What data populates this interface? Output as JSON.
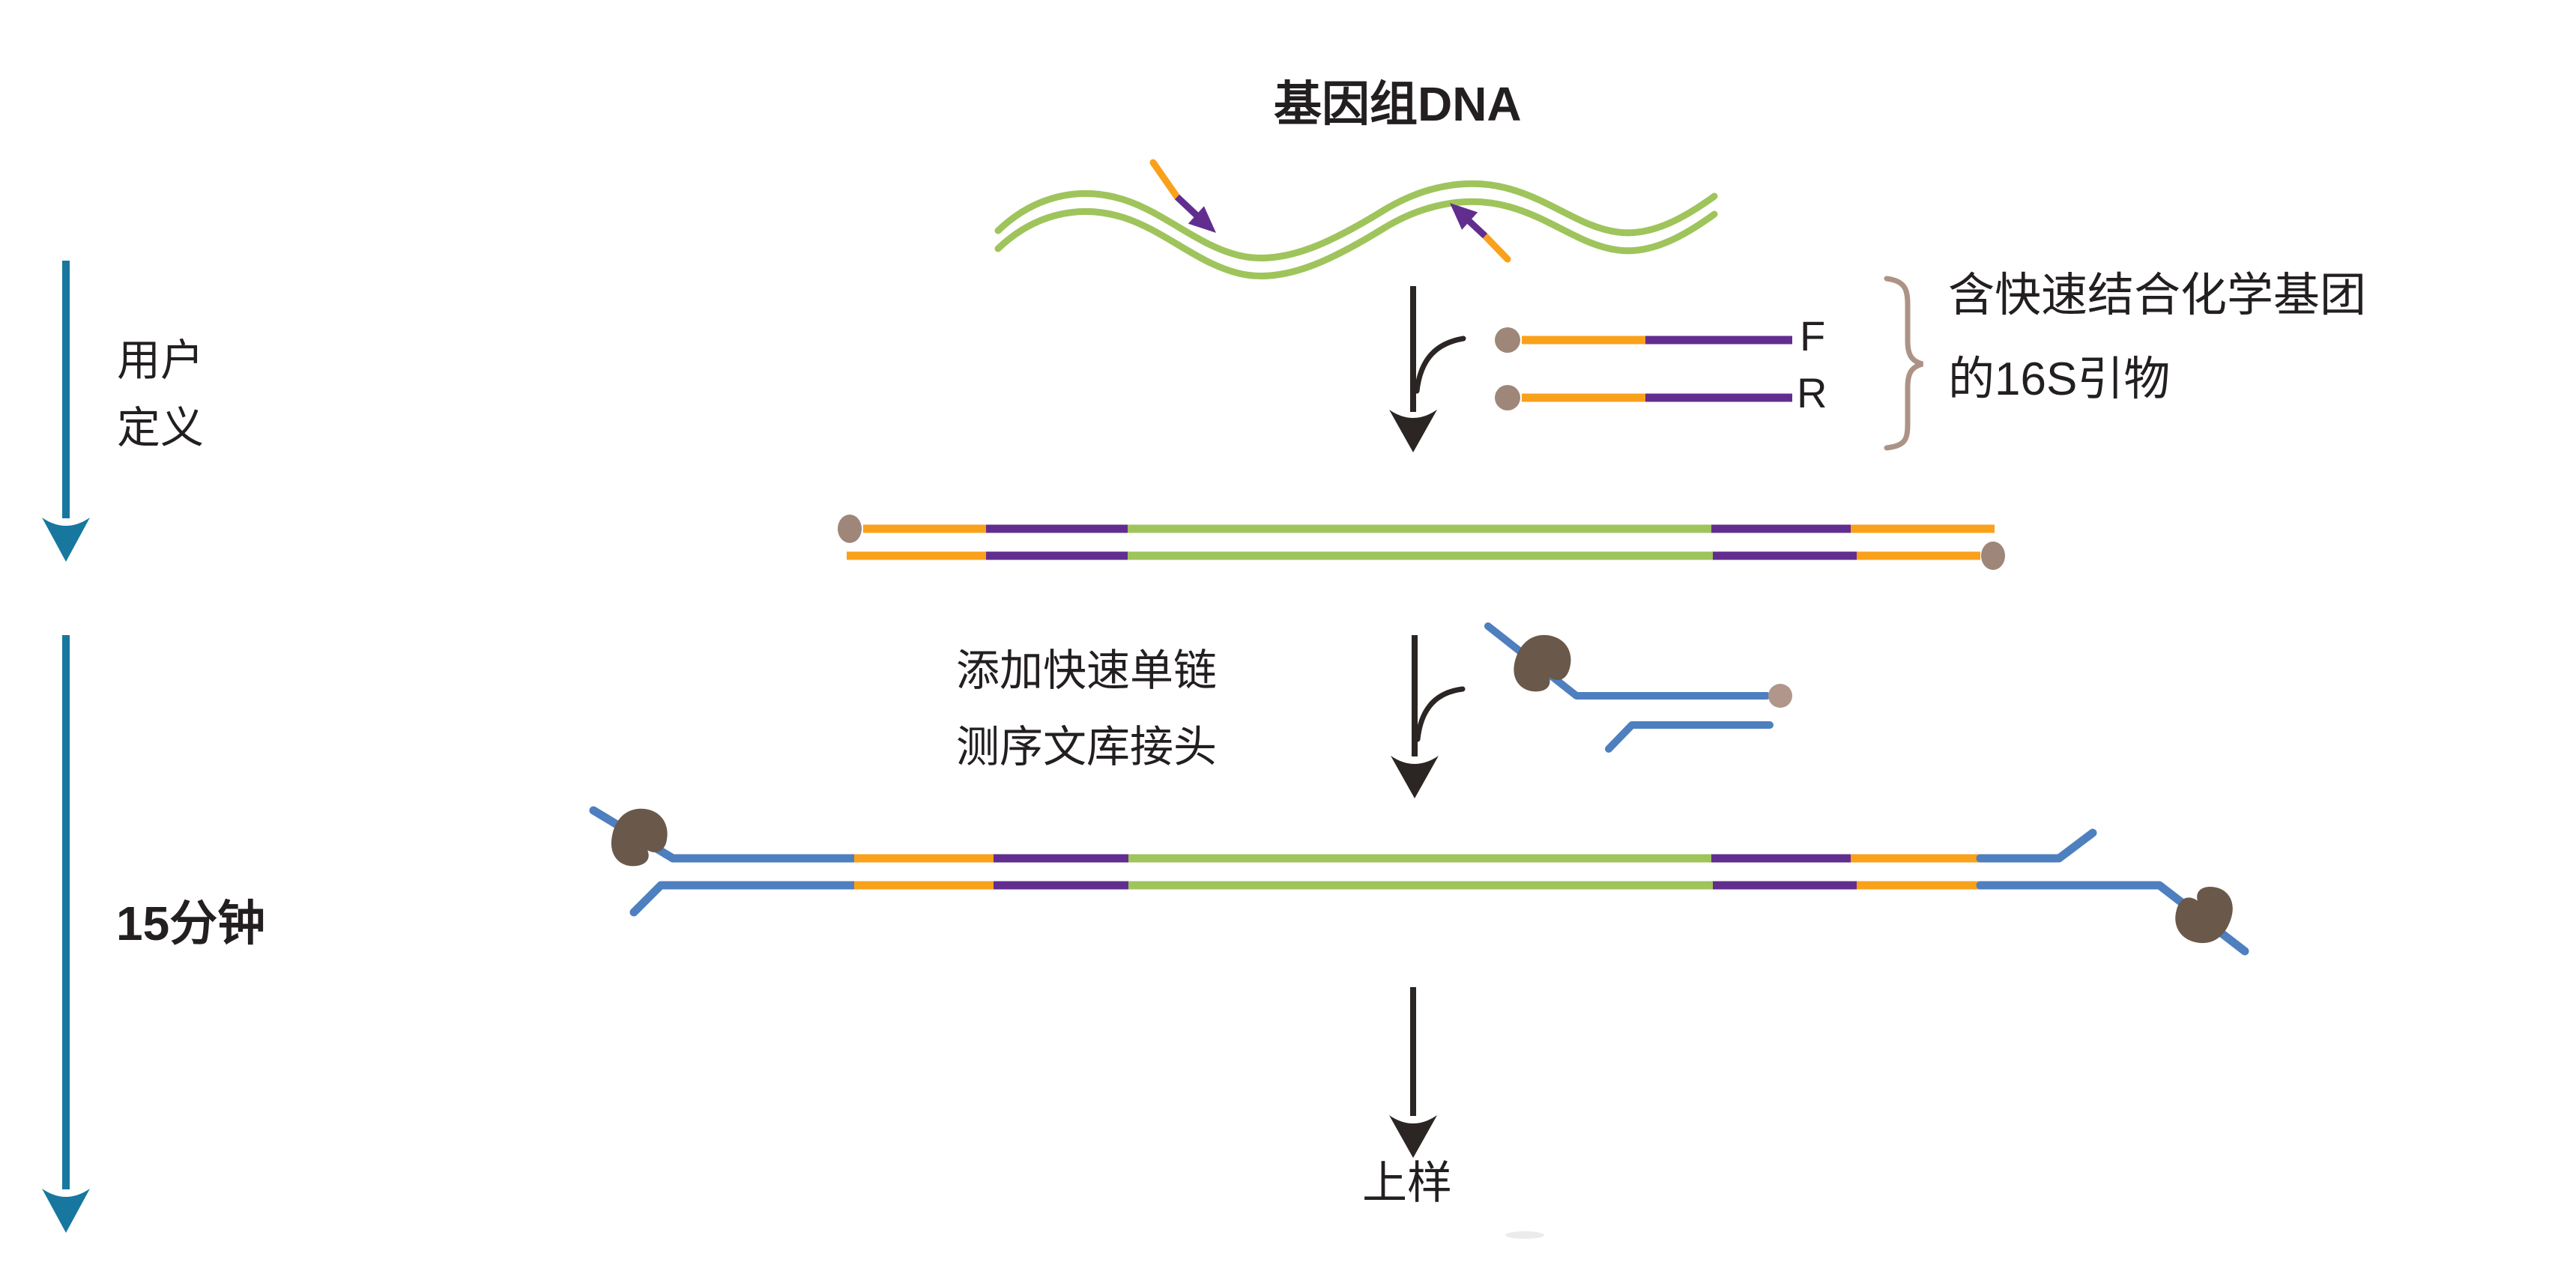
{
  "title": "基因组DNA",
  "left_timeline": {
    "user_defined_line1": "用户",
    "user_defined_line2": "定义",
    "duration": "15分钟"
  },
  "step1": {
    "primer_f_label": "F",
    "primer_r_label": "R",
    "note_line1": "含快速结合化学基团",
    "note_line2": "的16S引物"
  },
  "step2": {
    "note_line1": "添加快速单链",
    "note_line2": "测序文库接头"
  },
  "step3": {
    "label": "上样"
  },
  "palette": {
    "dna_green": "#9FC45C",
    "primer_orange": "#F9A11B",
    "primer_purple": "#612E8F",
    "adapter_blue": "#4E7FBF",
    "timeline_teal": "#17779F",
    "arrow_black": "#2B2523",
    "bead_tan": "#9E8679",
    "adapter_bead_tan": "#B0978A",
    "motor_protein_brown": "#6A594A",
    "brace_tan": "#AC9386",
    "text_color": "#231F20"
  }
}
